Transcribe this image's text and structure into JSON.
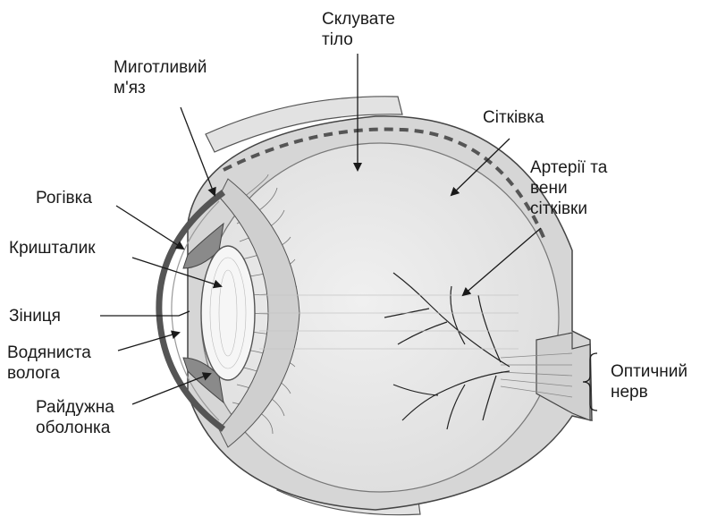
{
  "labels": {
    "vitreous": [
      "Склувате",
      "тіло"
    ],
    "ciliary": [
      "Миготливий",
      "м'яз"
    ],
    "retina": [
      "Сітківка"
    ],
    "vessels": [
      "Артерії та",
      "вени",
      "сітківки"
    ],
    "cornea": [
      "Рогівка"
    ],
    "lens": [
      "Кришталик"
    ],
    "pupil": [
      "Зіниця"
    ],
    "aqueous": [
      "Водяниста",
      "волога"
    ],
    "iris": [
      "Райдужна",
      "оболонка"
    ],
    "optic_nerve": [
      "Оптичний",
      "нерв"
    ]
  }
}
